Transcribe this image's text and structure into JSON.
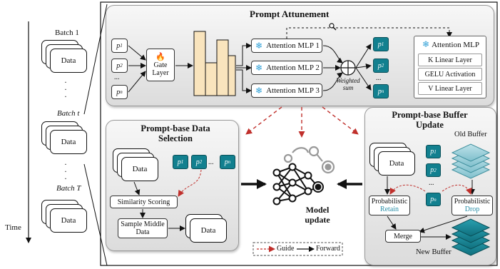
{
  "timeline": {
    "time_label": "Time",
    "batches": [
      "Batch 1",
      "Batch t",
      "Batch T"
    ],
    "batch_card_label": "Data"
  },
  "prompt_attunement": {
    "title": "Prompt Attunement",
    "input_prompts": [
      "p1",
      "p2",
      "...",
      "pn"
    ],
    "gate_layer": "Gate Layer",
    "attention_mlps": [
      "Attention MLP 1",
      "Attention MLP 2",
      "Attention MLP 3"
    ],
    "weighted_sum": "Weighted sum",
    "output_prompts": [
      "p1",
      "p2",
      "...",
      "pn"
    ],
    "mlp_detail": {
      "title": "Attention MLP",
      "layers": [
        "K Linear Layer",
        "GELU Activation",
        "V Linear Layer"
      ]
    }
  },
  "data_selection": {
    "title": "Prompt-base Data Selection",
    "data_label": "Data",
    "prompts": [
      "p1",
      "p2",
      "...",
      "pn"
    ],
    "similarity": "Similarity Scoring",
    "sample": "Sample Middle Data",
    "output_data": "Data"
  },
  "model_update": {
    "label": "Model update"
  },
  "buffer_update": {
    "title": "Prompt-base Buffer Update",
    "data_label": "Data",
    "prompts": [
      "p1",
      "p2",
      "...",
      "pn"
    ],
    "old_buffer": "Old Buffer",
    "retain": "Probabilistic Retain",
    "retain_head": "Probabilistic",
    "retain_word": "Retain",
    "drop_head": "Probabilistic",
    "drop_word": "Drop",
    "merge": "Merge",
    "new_buffer": "New Buffer"
  },
  "legend": {
    "guide": "Guide",
    "forward": "Forward"
  },
  "colors": {
    "teal": "#12808f",
    "guide_red": "#c0302c",
    "bar_fill": "#f9e4bd",
    "mlp_snowflake": "#2e9fd6",
    "retain_text": "#2a8fa8",
    "buffer_layer": "#1b7e8e"
  }
}
